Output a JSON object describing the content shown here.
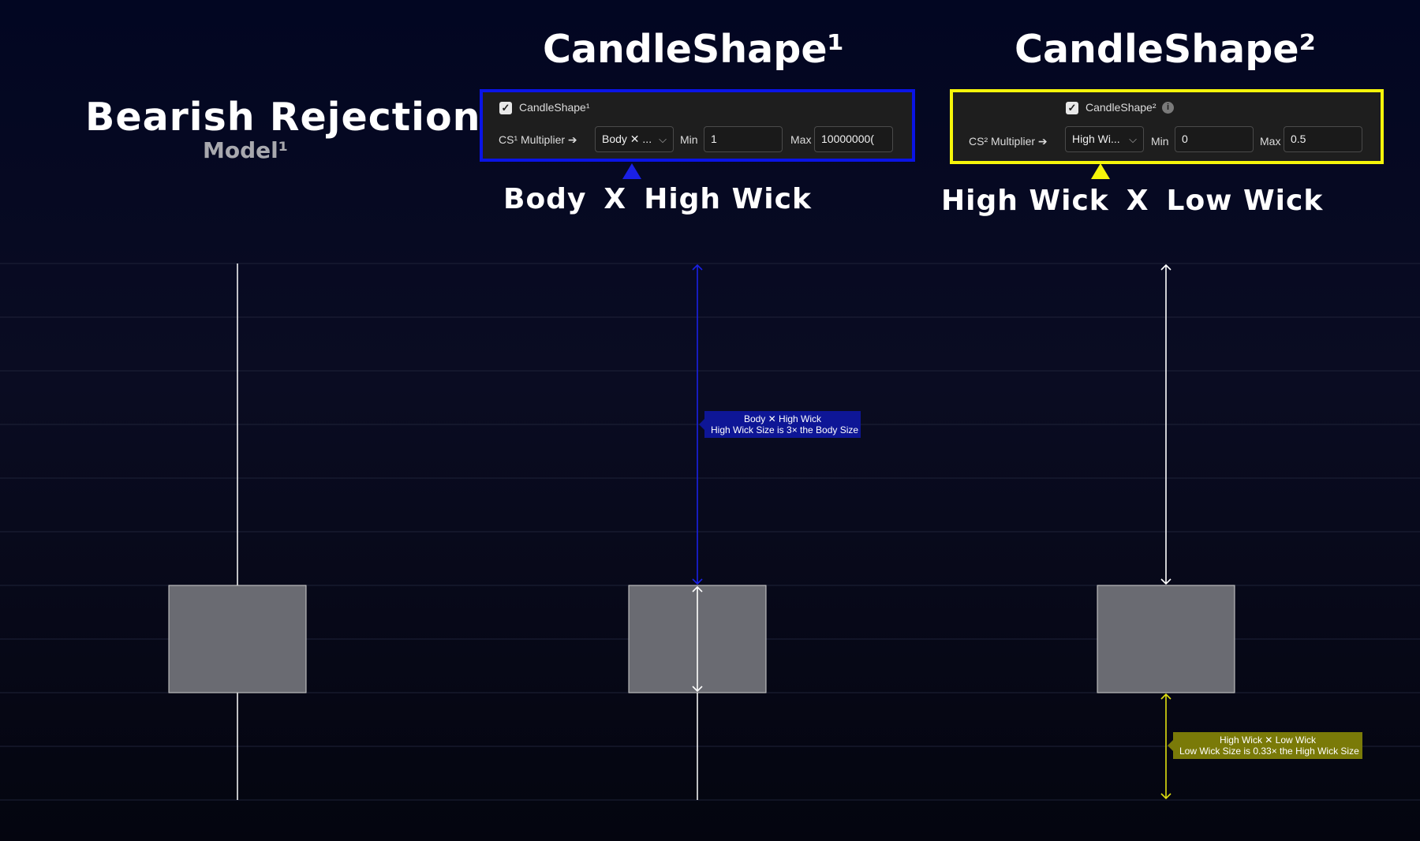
{
  "header": {
    "title": "Bearish Rejection",
    "subtitle": "Model¹"
  },
  "cs1": {
    "heading": "CandleShape¹",
    "checkbox_label": "CandleShape¹",
    "checked": true,
    "multiplier_label": "CS¹ Multiplier ➔",
    "select_value": "Body ✕ ...",
    "min_label": "Min",
    "min_value": "1",
    "max_label": "Max",
    "max_value": "10000000(",
    "border_color": "#0a14e6",
    "caption_left": "Body",
    "caption_x": "X",
    "caption_right": "High Wick",
    "tooltip_line1": "Body ✕ High Wick",
    "tooltip_line2": "High Wick Size is 3× the Body Size",
    "accent": "#1a20d8",
    "tooltip_bg": "#0e1696"
  },
  "cs2": {
    "heading": "CandleShape²",
    "checkbox_label": "CandleShape²",
    "checked": true,
    "multiplier_label": "CS² Multiplier ➔",
    "select_value": "High Wi...",
    "min_label": "Min",
    "min_value": "0",
    "max_label": "Max",
    "max_value": "0.5",
    "border_color": "#f5f50a",
    "caption_left": "High Wick",
    "caption_x": "X",
    "caption_right": "Low Wick",
    "tooltip_line1": "High Wick ✕ Low Wick",
    "tooltip_line2": "Low Wick Size is 0.33× the High Wick Size",
    "accent": "#e0e010",
    "tooltip_bg": "#7a7a08"
  },
  "candles": {
    "body_color": "#6a6b72",
    "wick_color": "#ffffff"
  },
  "icons": {
    "checkbox": "checkmark-icon",
    "dropdown": "chevron-down-icon",
    "info": "info-icon",
    "pointer": "triangle-up-icon"
  }
}
